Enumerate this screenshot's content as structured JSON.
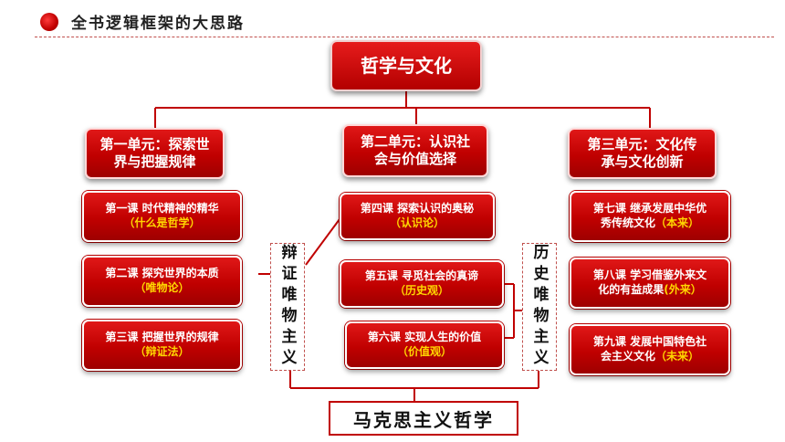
{
  "header": {
    "title": "全书逻辑框架的大思路"
  },
  "root": {
    "label": "哲学与文化"
  },
  "units": [
    {
      "line1": "第一单元：探索世",
      "line2": "界与把握规律"
    },
    {
      "line1": "第二单元：认识社",
      "line2": "会与价值选择"
    },
    {
      "line1": "第三单元：文化传",
      "line2": "承与文化创新"
    }
  ],
  "lessons": {
    "l1": {
      "title": "第一课 时代精神的精华",
      "sub": "（什么是哲学）"
    },
    "l2": {
      "title": "第二课 探究世界的本质",
      "sub": "（唯物论）"
    },
    "l3": {
      "title": "第三课 把握世界的规律",
      "sub": "（辩证法）"
    },
    "l4": {
      "title": "第四课 探索认识的奥秘",
      "sub": "（认识论）"
    },
    "l5": {
      "title": "第五课 寻觅社会的真谛",
      "sub": "（历史观）"
    },
    "l6": {
      "title": "第六课 实现人生的价值",
      "sub": "（价值观）"
    },
    "l7": {
      "line1": "第七课 继承发展中华优",
      "line2_main": "秀传统文化",
      "line2_sub": "（本来）"
    },
    "l8": {
      "line1": "第八课 学习借鉴外来文",
      "line2_main": "化的有益成果",
      "line2_sub": "(外来）"
    },
    "l9": {
      "line1": "第九课 发展中国特色社",
      "line2_main": "会主义文化",
      "line2_sub": "（未来）"
    }
  },
  "labels": {
    "dialectical": "辩证唯物主义",
    "historical": "历史唯物主义"
  },
  "bottom": {
    "label": "马克思主义哲学"
  }
}
